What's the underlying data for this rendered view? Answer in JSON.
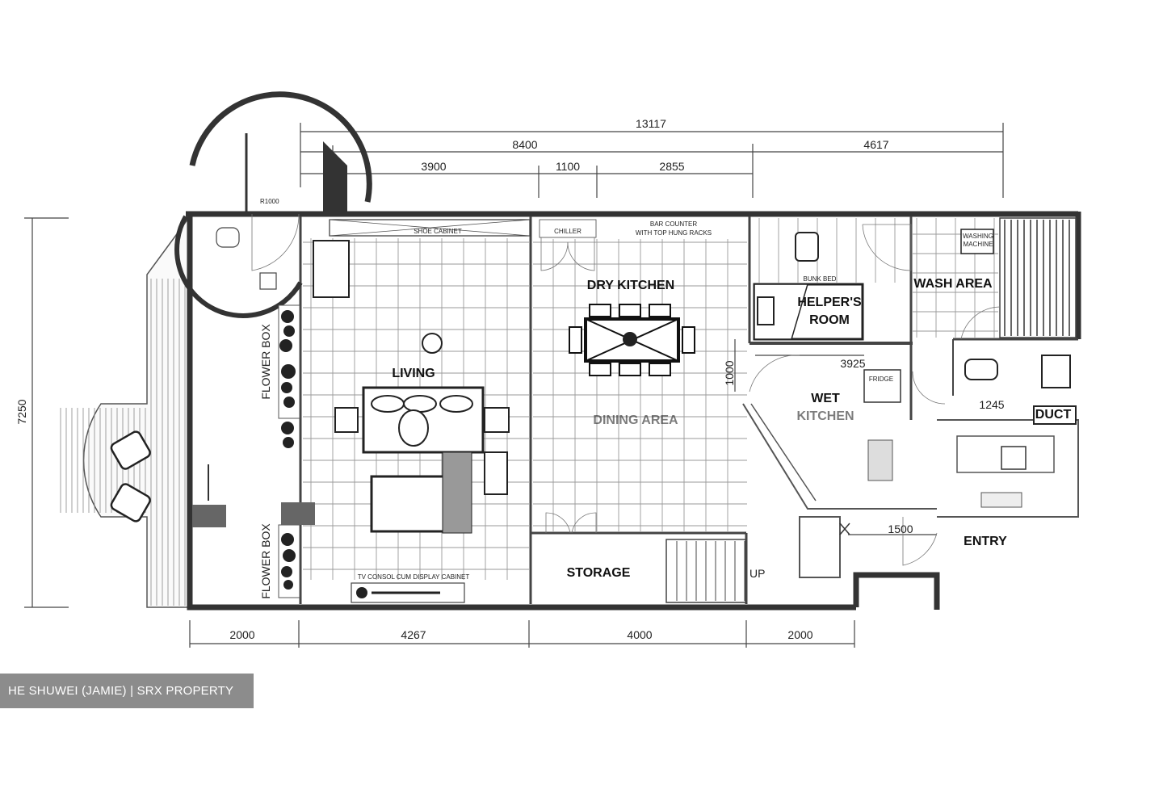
{
  "dimensions": {
    "top_total": "13117",
    "top_a": "8400",
    "top_b": "4617",
    "top_c1": "3900",
    "top_c2": "1100",
    "top_c3": "2855",
    "left_height": "7250",
    "bottom_1": "2000",
    "bottom_2": "4267",
    "bottom_3": "4000",
    "bottom_4": "2000",
    "wet_kitchen_width": "3925",
    "wet_kitchen_depth": "1000",
    "duct_width": "1245",
    "entry_width": "1500",
    "door_radius": "R1000"
  },
  "rooms": {
    "living": "LIVING",
    "dry_kitchen": "DRY KITCHEN",
    "dining_area": "DINING AREA",
    "helpers_room_line1": "HELPER'S",
    "helpers_room_line2": "ROOM",
    "wash_area": "WASH AREA",
    "wet_kitchen_line1": "WET",
    "wet_kitchen_line2": "KITCHEN",
    "storage": "STORAGE",
    "entry": "ENTRY",
    "duct": "DUCT",
    "flower_box_top": "FLOWER BOX",
    "flower_box_bottom": "FLOWER BOX",
    "up": "UP"
  },
  "labels": {
    "shoe_cabinet": "SHOE CABINET",
    "chiller": "CHILLER",
    "bar_counter_line1": "BAR COUNTER",
    "bar_counter_line2": "WITH TOP HUNG RACKS",
    "bunk_bed": "BUNK BED",
    "washing_machine_line1": "WASHING",
    "washing_machine_line2": "MACHINE",
    "fridge": "FRIDGE",
    "tv_console": "TV CONSOL CUM DISPLAY CABINET"
  },
  "watermark": "HE SHUWEI (JAMIE) | SRX PROPERTY"
}
